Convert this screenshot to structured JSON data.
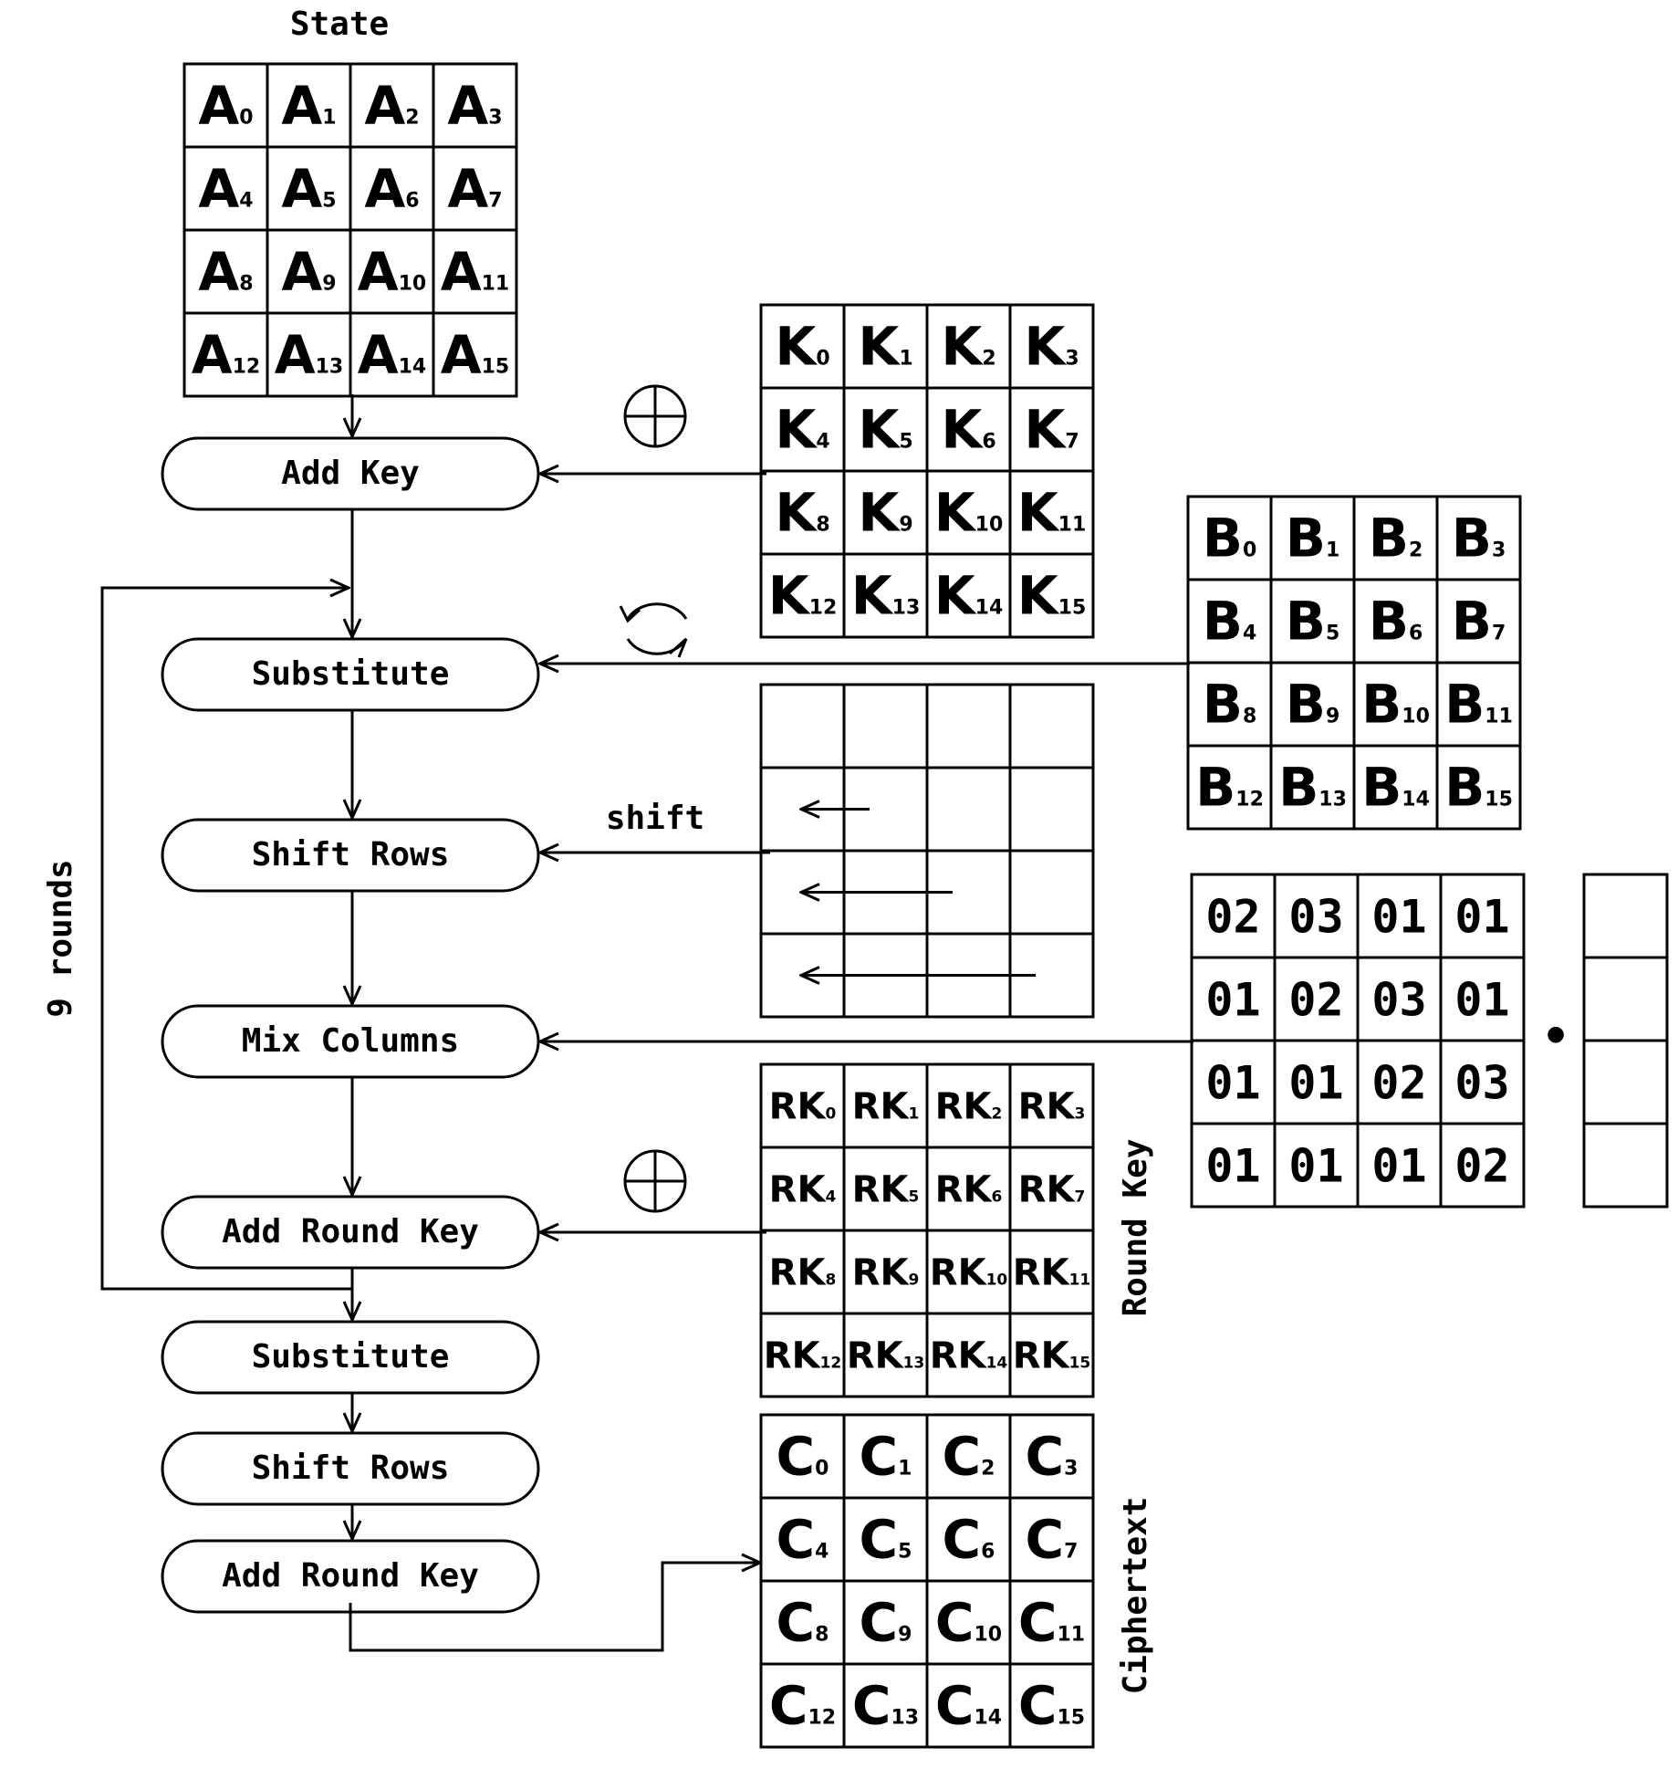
{
  "labels": {
    "state": "State",
    "shift": "shift",
    "nine_rounds": "9 rounds",
    "round_key": "Round Key",
    "ciphertext": "Ciphertext",
    "dot": "•"
  },
  "steps": {
    "add_key": "Add Key",
    "substitute": "Substitute",
    "shift_rows": "Shift Rows",
    "mix_columns": "Mix Columns",
    "add_round_key": "Add Round Key",
    "final_substitute": "Substitute",
    "final_shift_rows": "Shift Rows",
    "final_add_round_key": "Add Round Key"
  },
  "operators": {
    "xor_key": "xor-icon",
    "substitute": "rotate-arrows-icon",
    "xor_round_key": "xor-icon"
  },
  "matrices": {
    "state": {
      "letter": "A",
      "cells": [
        "A0",
        "A1",
        "A2",
        "A3",
        "A4",
        "A5",
        "A6",
        "A7",
        "A8",
        "A9",
        "A10",
        "A11",
        "A12",
        "A13",
        "A14",
        "A15"
      ]
    },
    "key": {
      "letter": "K",
      "cells": [
        "K0",
        "K1",
        "K2",
        "K3",
        "K4",
        "K5",
        "K6",
        "K7",
        "K8",
        "K9",
        "K10",
        "K11",
        "K12",
        "K13",
        "K14",
        "K15"
      ]
    },
    "sbox": {
      "letter": "B",
      "cells": [
        "B0",
        "B1",
        "B2",
        "B3",
        "B4",
        "B5",
        "B6",
        "B7",
        "B8",
        "B9",
        "B10",
        "B11",
        "B12",
        "B13",
        "B14",
        "B15"
      ]
    },
    "round_key": {
      "letter": "RK",
      "cells": [
        "RK0",
        "RK1",
        "RK2",
        "RK3",
        "RK4",
        "RK5",
        "RK6",
        "RK7",
        "RK8",
        "RK9",
        "RK10",
        "RK11",
        "RK12",
        "RK13",
        "RK14",
        "RK15"
      ]
    },
    "ciphertext": {
      "letter": "C",
      "cells": [
        "C0",
        "C1",
        "C2",
        "C3",
        "C4",
        "C5",
        "C6",
        "C7",
        "C8",
        "C9",
        "C10",
        "C11",
        "C12",
        "C13",
        "C14",
        "C15"
      ]
    },
    "mix": {
      "rows": [
        [
          "02",
          "03",
          "01",
          "01"
        ],
        [
          "01",
          "02",
          "03",
          "01"
        ],
        [
          "01",
          "01",
          "02",
          "03"
        ],
        [
          "01",
          "01",
          "01",
          "02"
        ]
      ]
    },
    "shift_rows_arrows": [
      0,
      1,
      2,
      3
    ]
  }
}
